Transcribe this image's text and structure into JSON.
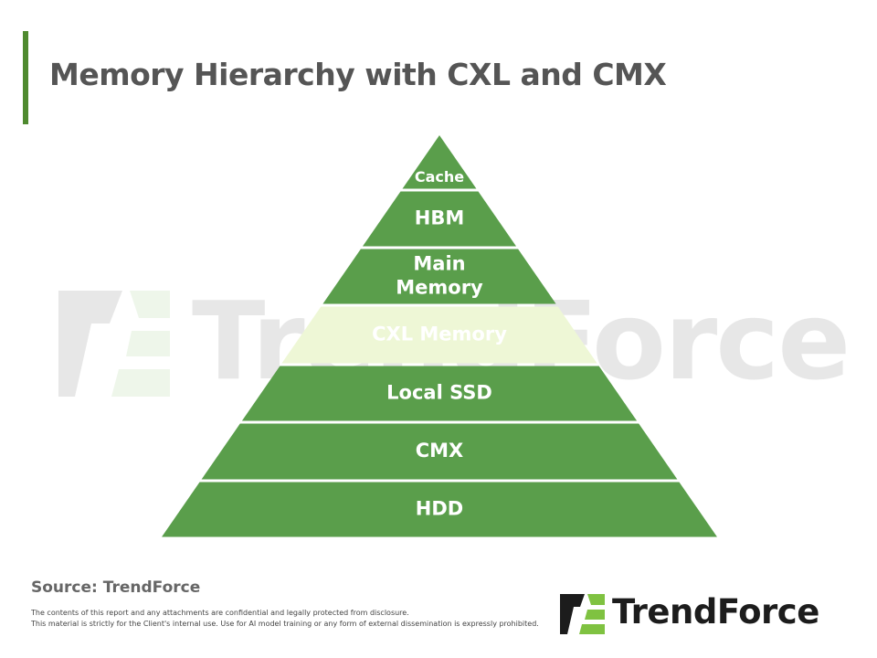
{
  "title": "Memory Hierarchy with CXL and CMX",
  "pyramid": {
    "layers": [
      {
        "label_lines": [
          "Cache"
        ],
        "fill": "#5a9e4b",
        "text_color": "#ffffff"
      },
      {
        "label_lines": [
          "HBM"
        ],
        "fill": "#5a9e4b",
        "text_color": "#ffffff"
      },
      {
        "label_lines": [
          "Main",
          "Memory"
        ],
        "fill": "#5a9e4b",
        "text_color": "#ffffff"
      },
      {
        "label_lines": [
          "CXL Memory"
        ],
        "fill": "#eef7d6",
        "text_color": "#1a1a1a"
      },
      {
        "label_lines": [
          "Local SSD"
        ],
        "fill": "#5a9e4b",
        "text_color": "#ffffff"
      },
      {
        "label_lines": [
          "CMX"
        ],
        "fill": "#5a9e4b",
        "text_color": "#ffffff"
      },
      {
        "label_lines": [
          "HDD"
        ],
        "fill": "#5a9e4b",
        "text_color": "#ffffff"
      }
    ]
  },
  "footer": {
    "source": "Source: TrendForce",
    "disclaimer_line1": "The contents of this report and any attachments are confidential and legally protected from disclosure.",
    "disclaimer_line2": "This material is strictly for the Client's internal use. Use for AI model training or any form of external dissemination is expressly prohibited."
  },
  "brand": {
    "name": "TrendForce",
    "accent_color": "#4f8a2f",
    "logo_green": "#7fc241",
    "logo_dark": "#1c1c1c"
  },
  "watermark": {
    "text": "TrendForce"
  }
}
